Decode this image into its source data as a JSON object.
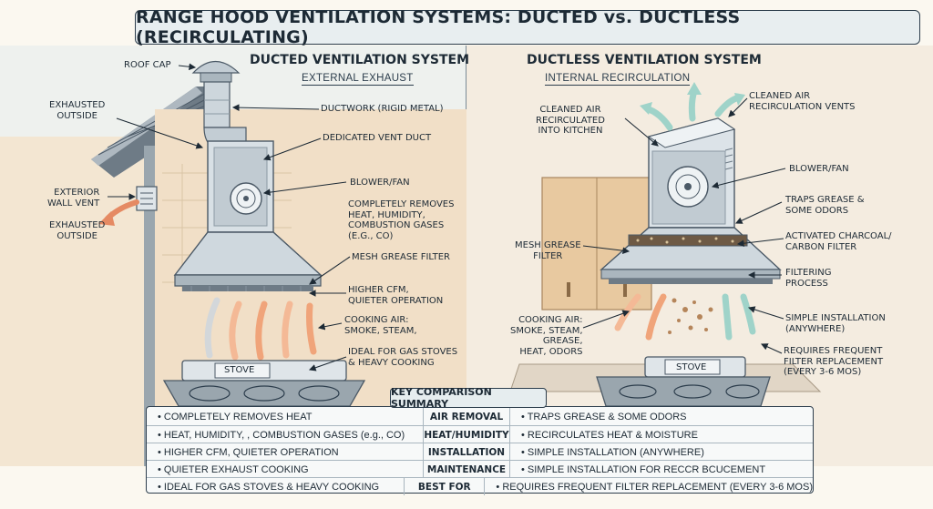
{
  "title": "RANGE HOOD VENTILATION SYSTEMS: DUCTED vs. DUCTLESS (RECIRCULATING)",
  "ducted": {
    "title": "DUCTED VENTILATION SYSTEM",
    "subtitle": "EXTERNAL EXHAUST",
    "labels": {
      "roof_cap": "ROOF CAP",
      "exhausted_outside_top": "EXHAUSTED\nOUTSIDE",
      "ductwork": "DUCTWORK (RIGID METAL)",
      "dedicated_vent_duct": "DEDICATED VENT DUCT",
      "exterior_wall_vent": "EXTERIOR\nWALL VENT",
      "exhausted_outside_bottom": "EXHAUSTED\nOUTSIDE",
      "blower_fan": "BLOWER/FAN",
      "completely_removes": "COMPLETELY REMOVES\nHEAT, HUMIDITY,\nCOMBUSTION GASES\n(e.g., CO)",
      "mesh_filter": "MESH GREASE FILTER",
      "higher_cfm": "HIGHER CFM,\nQUIETER OPERATION",
      "cooking_air": "COOKING AIR:\nSMOKE, STEAM,",
      "ideal_for": "IDEAL FOR GAS STOVES\n& HEAVY COOKING",
      "stove": "STOVE"
    }
  },
  "ductless": {
    "title": "DUCTLESS VENTILATION SYSTEM",
    "subtitle": "INTERNAL RECIRCULATION",
    "labels": {
      "cleaned_air_kitchen": "CLEANED AIR\nRECIRCULATED\nINTO KITCHEN",
      "cleaned_air_vents": "CLEANED AIR\nRECIRCULATION VENTS",
      "blower_fan": "BLOWER/FAN",
      "traps_grease": "TRAPS GREASE &\nSOME ODORS",
      "mesh_filter": "MESH GREASE\nFILTER",
      "charcoal_filter": "ACTIVATED CHARCOAL/\nCARBON FILTER",
      "filtering_process": "FILTERING\nPROCESS",
      "cooking_air": "COOKING AIR:\nSMOKE, STEAM,\nGREASE,\nHEAT, ODORS",
      "simple_installation": "SIMPLE INSTALLATION\n(ANYWHERE)",
      "requires_replacement": "REQUIRES FREQUENT\nFILTER REPLACEMENT\n(EVERY 3-6 MOS)",
      "stove": "STOVE"
    }
  },
  "summary": {
    "header": "KEY COMPARISON SUMMARY",
    "rows": [
      {
        "left": "• COMPLETELY REMOVES HEAT",
        "mid": "AIR REMOVAL",
        "right": "• TRAPS GREASE & SOME ODORS"
      },
      {
        "left": "• HEAT, HUMIDITY, , COMBUSTION GASES (e.g., CO)",
        "mid": "HEAT/HUMIDITY",
        "right": "• RECIRCULATES HEAT & MOISTURE"
      },
      {
        "left": "• HIGHER CFM, QUIETER OPERATION",
        "mid": "INSTALLATION",
        "right": "• SIMPLE INSTALLATION (ANYWHERE)"
      },
      {
        "left": "• QUIETER EXHAUST COOKING",
        "mid": "MAINTENANCE",
        "right": "• SIMPLE INSTALLATION FOR RECCR BCUCEMENT"
      },
      {
        "left": "• IDEAL FOR GAS STOVES & HEAVY COOKING",
        "mid": "BEST FOR",
        "right": "• REQUIRES FREQUENT FILTER REPLACEMENT (EVERY 3-6 MOS)"
      }
    ]
  },
  "colors": {
    "steel": "#c9d3da",
    "steel_dark": "#8c9aa4",
    "warm_arrow": "#f0a47a",
    "cool_arrow": "#9fd3c9",
    "wall": "#f1dfc7",
    "cabinet": "#e8c9a0"
  }
}
